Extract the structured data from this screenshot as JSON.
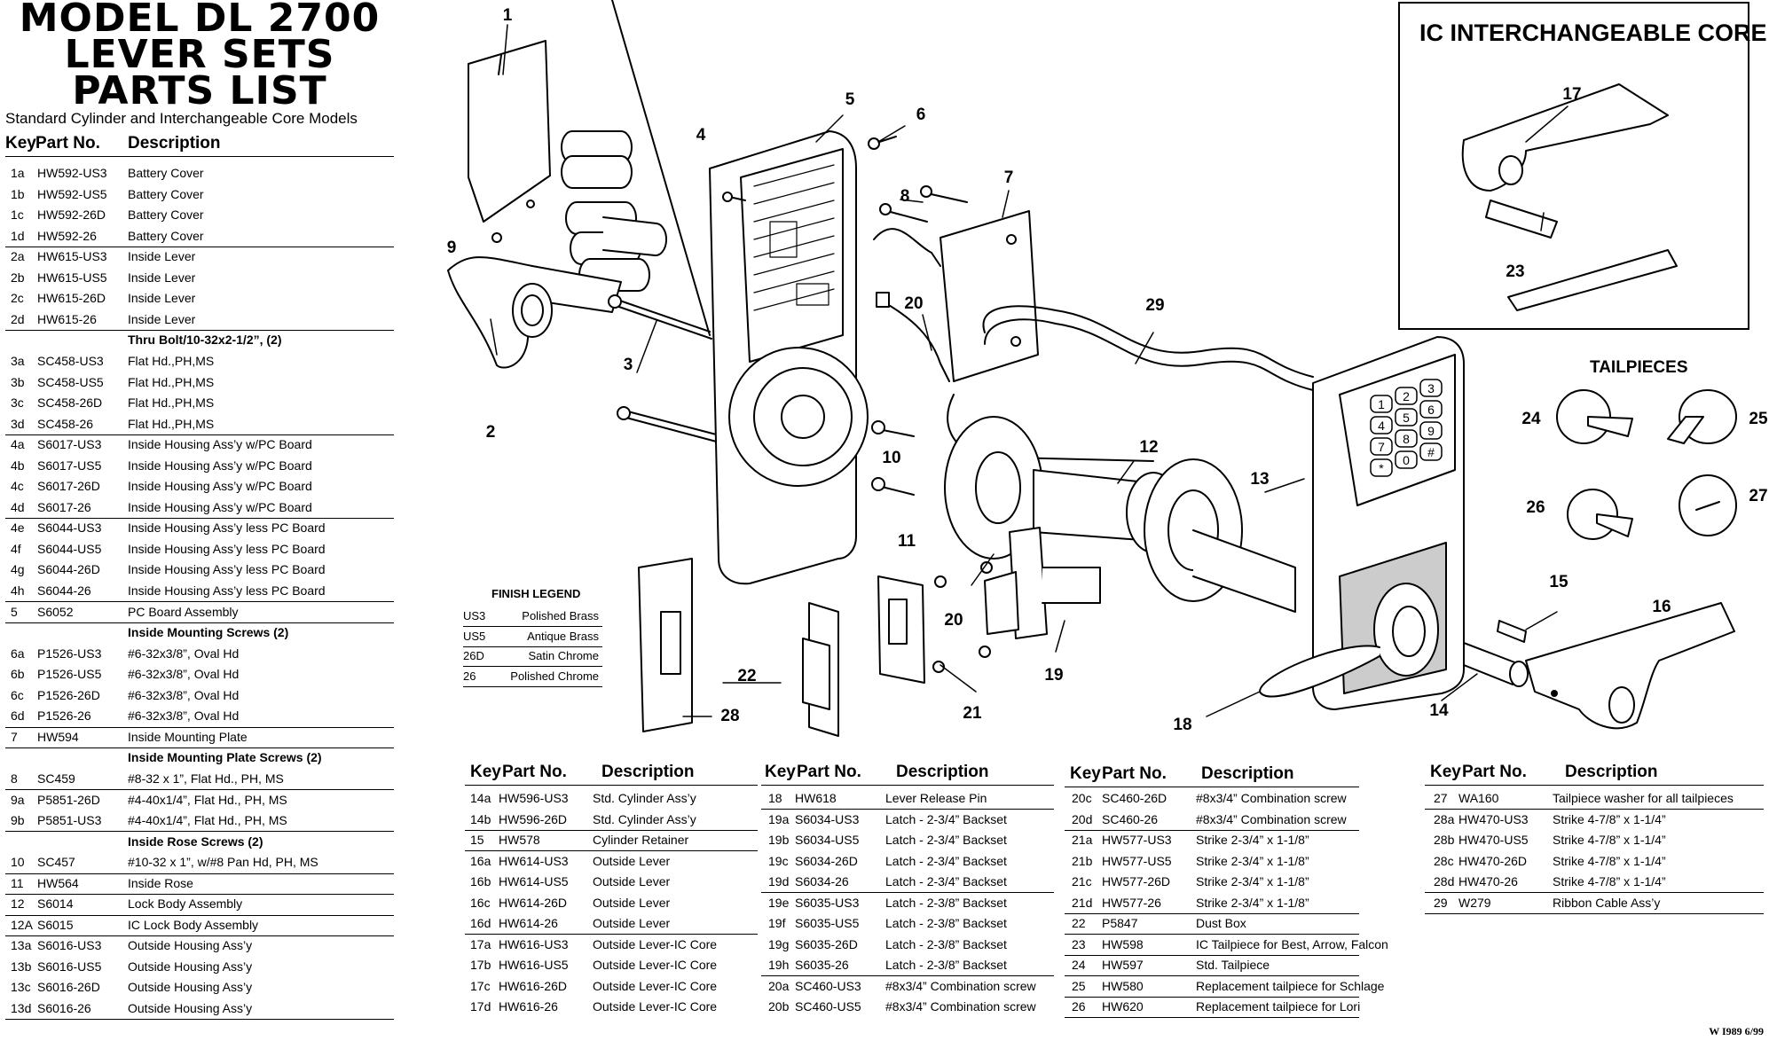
{
  "title_lines": [
    "MODEL DL 2700",
    "LEVER SETS",
    "PARTS LIST"
  ],
  "subtitle": "Standard Cylinder and Interchangeable Core Models",
  "column_headers": {
    "key": "Key",
    "part": "Part No.",
    "desc": "Description"
  },
  "tables": [
    {
      "rows": [
        {
          "key": "1a",
          "part": "HW592-US3",
          "desc": "Battery Cover"
        },
        {
          "key": "1b",
          "part": "HW592-US5",
          "desc": "Battery Cover"
        },
        {
          "key": "1c",
          "part": "HW592-26D",
          "desc": "Battery Cover"
        },
        {
          "key": "1d",
          "part": "HW592-26",
          "desc": "Battery Cover",
          "line": true
        },
        {
          "key": "2a",
          "part": "HW615-US3",
          "desc": "Inside Lever"
        },
        {
          "key": "2b",
          "part": "HW615-US5",
          "desc": "Inside Lever"
        },
        {
          "key": "2c",
          "part": "HW615-26D",
          "desc": "Inside Lever"
        },
        {
          "key": "2d",
          "part": "HW615-26",
          "desc": "Inside Lever",
          "line": true
        },
        {
          "key": "",
          "part": "",
          "desc": "Thru Bolt/10-32x2-1/2”, (2)",
          "sub": true
        },
        {
          "key": "3a",
          "part": "SC458-US3",
          "desc": "Flat Hd.,PH,MS"
        },
        {
          "key": "3b",
          "part": "SC458-US5",
          "desc": "Flat Hd.,PH,MS"
        },
        {
          "key": "3c",
          "part": "SC458-26D",
          "desc": "Flat Hd.,PH,MS"
        },
        {
          "key": "3d",
          "part": "SC458-26",
          "desc": "Flat Hd.,PH,MS",
          "line": true
        },
        {
          "key": "4a",
          "part": "S6017-US3",
          "desc": "Inside Housing Ass’y w/PC Board"
        },
        {
          "key": "4b",
          "part": "S6017-US5",
          "desc": "Inside Housing Ass’y w/PC Board"
        },
        {
          "key": "4c",
          "part": "S6017-26D",
          "desc": "Inside Housing Ass’y w/PC Board"
        },
        {
          "key": "4d",
          "part": "S6017-26",
          "desc": "Inside Housing Ass’y w/PC Board",
          "line": true
        },
        {
          "key": "4e",
          "part": "S6044-US3",
          "desc": "Inside Housing Ass’y  less PC Board"
        },
        {
          "key": "4f",
          "part": "S6044-US5",
          "desc": "Inside Housing Ass’y  less PC Board"
        },
        {
          "key": "4g",
          "part": "S6044-26D",
          "desc": "Inside Housing Ass’y  less PC Board"
        },
        {
          "key": "4h",
          "part": "S6044-26",
          "desc": "Inside Housing Ass’y  less PC Board",
          "line": true
        },
        {
          "key": "5",
          "part": "S6052",
          "desc": "PC Board Assembly",
          "line": true
        },
        {
          "key": "",
          "part": "",
          "desc": "Inside Mounting Screws (2)",
          "sub": true
        },
        {
          "key": "6a",
          "part": "P1526-US3",
          "desc": "#6-32x3/8”, Oval Hd"
        },
        {
          "key": "6b",
          "part": "P1526-US5",
          "desc": "#6-32x3/8”, Oval Hd"
        },
        {
          "key": "6c",
          "part": "P1526-26D",
          "desc": "#6-32x3/8”, Oval Hd"
        },
        {
          "key": "6d",
          "part": "P1526-26",
          "desc": "#6-32x3/8”, Oval Hd",
          "line": true
        },
        {
          "key": "7",
          "part": "HW594",
          "desc": "Inside Mounting Plate",
          "line": true
        },
        {
          "key": "",
          "part": "",
          "desc": "Inside Mounting Plate Screws (2)",
          "sub": true
        },
        {
          "key": "8",
          "part": "SC459",
          "desc": "#8-32 x 1”, Flat Hd., PH, MS",
          "line": true
        },
        {
          "key": "9a",
          "part": "P5851-26D",
          "desc": "#4-40x1/4”, Flat Hd., PH, MS"
        },
        {
          "key": "9b",
          "part": "P5851-US3",
          "desc": "#4-40x1/4”, Flat Hd., PH, MS",
          "line": true
        },
        {
          "key": "",
          "part": "",
          "desc": "Inside Rose Screws  (2)",
          "sub": true
        },
        {
          "key": "10",
          "part": "SC457",
          "desc": "#10-32 x 1”, w/#8 Pan Hd, PH, MS",
          "line": true
        },
        {
          "key": "11",
          "part": "HW564",
          "desc": "Inside Rose",
          "line": true
        },
        {
          "key": "12",
          "part": "S6014",
          "desc": "Lock Body Assembly",
          "line": true
        },
        {
          "key": "12A",
          "part": "S6015",
          "desc": "IC Lock Body Assembly",
          "line": true
        },
        {
          "key": "13a",
          "part": "S6016-US3",
          "desc": "Outside Housing Ass’y"
        },
        {
          "key": "13b",
          "part": "S6016-US5",
          "desc": "Outside Housing Ass’y"
        },
        {
          "key": "13c",
          "part": "S6016-26D",
          "desc": "Outside Housing Ass’y"
        },
        {
          "key": "13d",
          "part": "S6016-26",
          "desc": "Outside Housing Ass’y",
          "line": true
        }
      ]
    },
    {
      "rows": [
        {
          "key": "14a",
          "part": "HW596-US3",
          "desc": "Std. Cylinder Ass’y"
        },
        {
          "key": "14b",
          "part": "HW596-26D",
          "desc": "Std. Cylinder Ass’y",
          "line": true
        },
        {
          "key": "15",
          "part": "HW578",
          "desc": "Cylinder Retainer",
          "line": true
        },
        {
          "key": "16a",
          "part": "HW614-US3",
          "desc": "Outside Lever"
        },
        {
          "key": "16b",
          "part": "HW614-US5",
          "desc": "Outside Lever"
        },
        {
          "key": "16c",
          "part": "HW614-26D",
          "desc": "Outside Lever"
        },
        {
          "key": "16d",
          "part": "HW614-26",
          "desc": "Outside Lever",
          "line": true
        },
        {
          "key": "17a",
          "part": "HW616-US3",
          "desc": "Outside Lever-IC  Core"
        },
        {
          "key": "17b",
          "part": "HW616-US5",
          "desc": "Outside Lever-IC  Core"
        },
        {
          "key": "17c",
          "part": "HW616-26D",
          "desc": "Outside Lever-IC  Core"
        },
        {
          "key": "17d",
          "part": "HW616-26",
          "desc": "Outside Lever-IC  Core"
        }
      ]
    },
    {
      "rows": [
        {
          "key": "18",
          "part": "HW618",
          "desc": "Lever Release Pin",
          "line": true
        },
        {
          "key": "19a",
          "part": "S6034-US3",
          "desc": "Latch - 2-3/4” Backset"
        },
        {
          "key": "19b",
          "part": "S6034-US5",
          "desc": "Latch - 2-3/4” Backset"
        },
        {
          "key": "19c",
          "part": "S6034-26D",
          "desc": "Latch - 2-3/4” Backset"
        },
        {
          "key": "19d",
          "part": "S6034-26",
          "desc": "Latch - 2-3/4” Backset",
          "line": true
        },
        {
          "key": "19e",
          "part": "S6035-US3",
          "desc": "Latch - 2-3/8” Backset"
        },
        {
          "key": "19f",
          "part": "S6035-US5",
          "desc": "Latch - 2-3/8” Backset"
        },
        {
          "key": "19g",
          "part": "S6035-26D",
          "desc": "Latch - 2-3/8” Backset"
        },
        {
          "key": "19h",
          "part": "S6035-26",
          "desc": "Latch - 2-3/8” Backset",
          "line": true
        },
        {
          "key": "20a",
          "part": "SC460-US3",
          "desc": "#8x3/4” Combination screw"
        },
        {
          "key": "20b",
          "part": "SC460-US5",
          "desc": "#8x3/4” Combination screw"
        }
      ]
    },
    {
      "rows": [
        {
          "key": "20c",
          "part": "SC460-26D",
          "desc": "#8x3/4” Combination screw"
        },
        {
          "key": "20d",
          "part": "SC460-26",
          "desc": "#8x3/4” Combination screw",
          "line": true
        },
        {
          "key": "21a",
          "part": "HW577-US3",
          "desc": "Strike 2-3/4” x 1-1/8”"
        },
        {
          "key": "21b",
          "part": "HW577-US5",
          "desc": "Strike 2-3/4” x 1-1/8”"
        },
        {
          "key": "21c",
          "part": "HW577-26D",
          "desc": "Strike 2-3/4” x 1-1/8”"
        },
        {
          "key": "21d",
          "part": "HW577-26",
          "desc": "Strike 2-3/4” x 1-1/8”",
          "line": true
        },
        {
          "key": "22",
          "part": "P5847",
          "desc": "Dust Box",
          "line": true
        },
        {
          "key": "23",
          "part": "HW598",
          "desc": "IC Tailpiece for Best, Arrow, Falcon",
          "line": true
        },
        {
          "key": "24",
          "part": "HW597",
          "desc": "Std. Tailpiece",
          "line": true
        },
        {
          "key": "25",
          "part": "HW580",
          "desc": "Replacement tailpiece for Schlage",
          "line": true
        },
        {
          "key": "26",
          "part": "HW620",
          "desc": "Replacement tailpiece for Lori",
          "line": true
        }
      ]
    },
    {
      "rows": [
        {
          "key": "27",
          "part": "WA160",
          "desc": "Tailpiece washer for all tailpieces",
          "line": true
        },
        {
          "key": "28a",
          "part": "HW470-US3",
          "desc": "Strike 4-7/8” x 1-1/4”"
        },
        {
          "key": "28b",
          "part": "HW470-US5",
          "desc": "Strike 4-7/8” x 1-1/4”"
        },
        {
          "key": "28c",
          "part": "HW470-26D",
          "desc": "Strike 4-7/8” x 1-1/4”"
        },
        {
          "key": "28d",
          "part": "HW470-26",
          "desc": "Strike 4-7/8” x 1-1/4”",
          "line": true
        },
        {
          "key": "29",
          "part": "W279",
          "desc": "Ribbon Cable Ass’y",
          "line": true
        }
      ]
    }
  ],
  "finish_legend": {
    "title": "FINISH LEGEND",
    "rows": [
      {
        "code": "US3",
        "name": "Polished Brass"
      },
      {
        "code": "US5",
        "name": "Antique Brass"
      },
      {
        "code": "26D",
        "name": "Satin Chrome"
      },
      {
        "code": "26",
        "name": "Polished Chrome"
      }
    ]
  },
  "ic_box_title": "IC INTERCHANGEABLE CORE",
  "tailpieces_title": "TAILPIECES",
  "keypad_keys": [
    "1",
    "2",
    "3",
    "4",
    "5",
    "6",
    "7",
    "8",
    "9",
    "*",
    "0",
    "#"
  ],
  "callouts": [
    "1",
    "2",
    "3",
    "4",
    "5",
    "6",
    "7",
    "8",
    "9",
    "10",
    "11",
    "12",
    "13",
    "14",
    "15",
    "16",
    "17",
    "18",
    "19",
    "20",
    "20",
    "21",
    "22",
    "23",
    "24",
    "25",
    "26",
    "27",
    "28",
    "29"
  ],
  "doc_ref": "W I989  6/99"
}
